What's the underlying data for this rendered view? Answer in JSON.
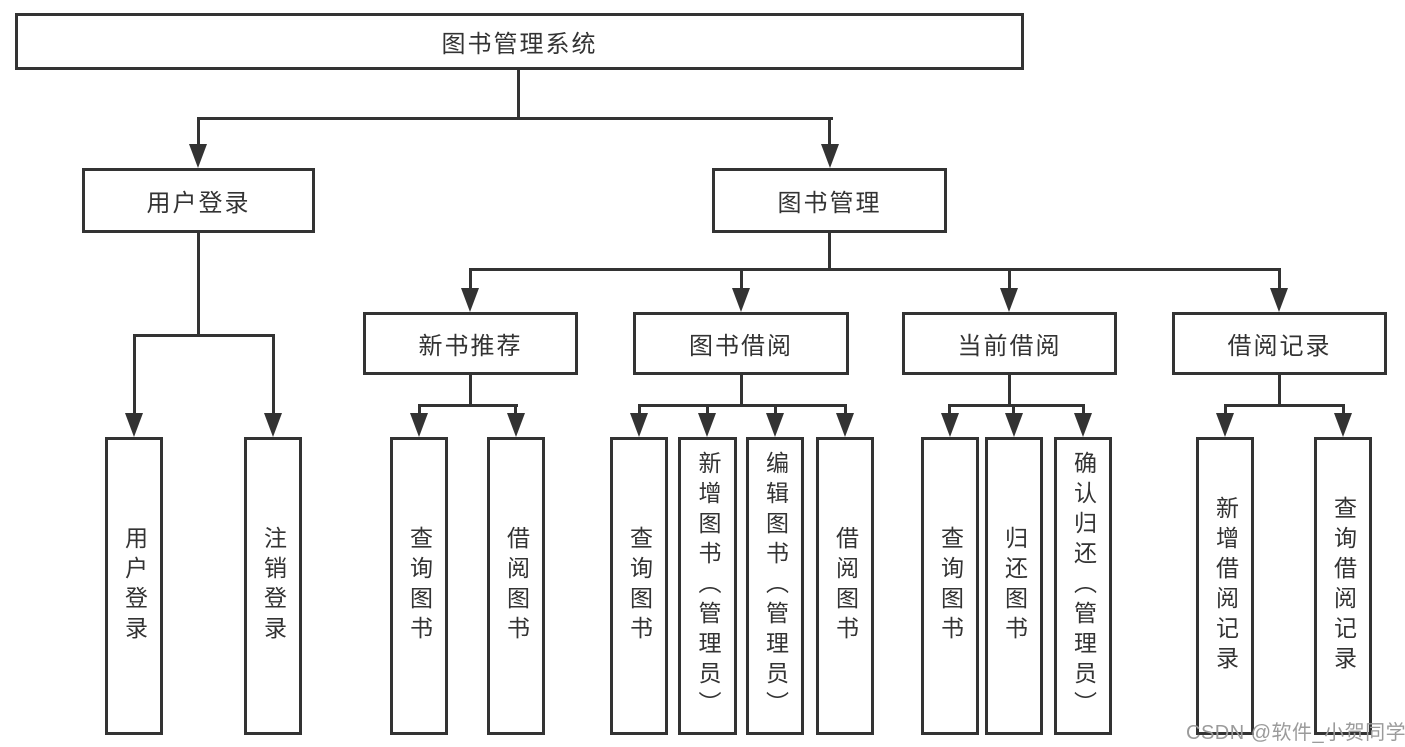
{
  "diagram": {
    "root": "图书管理系统",
    "level2": [
      "用户登录",
      "图书管理"
    ],
    "level3": [
      "新书推荐",
      "图书借阅",
      "当前借阅",
      "借阅记录"
    ],
    "leaves": [
      "用户登录",
      "注销登录",
      "查询图书",
      "借阅图书",
      "查询图书",
      "新增图书（管理员）",
      "编辑图书（管理员）",
      "借阅图书",
      "查询图书",
      "归还图书",
      "确认归还（管理员）",
      "新增借阅记录",
      "查询借阅记录"
    ]
  },
  "watermark": "CSDN @软件_小贺同学",
  "colors": {
    "line": "#333333",
    "background": "#ffffff",
    "watermark_text": "#9b9b9b"
  }
}
